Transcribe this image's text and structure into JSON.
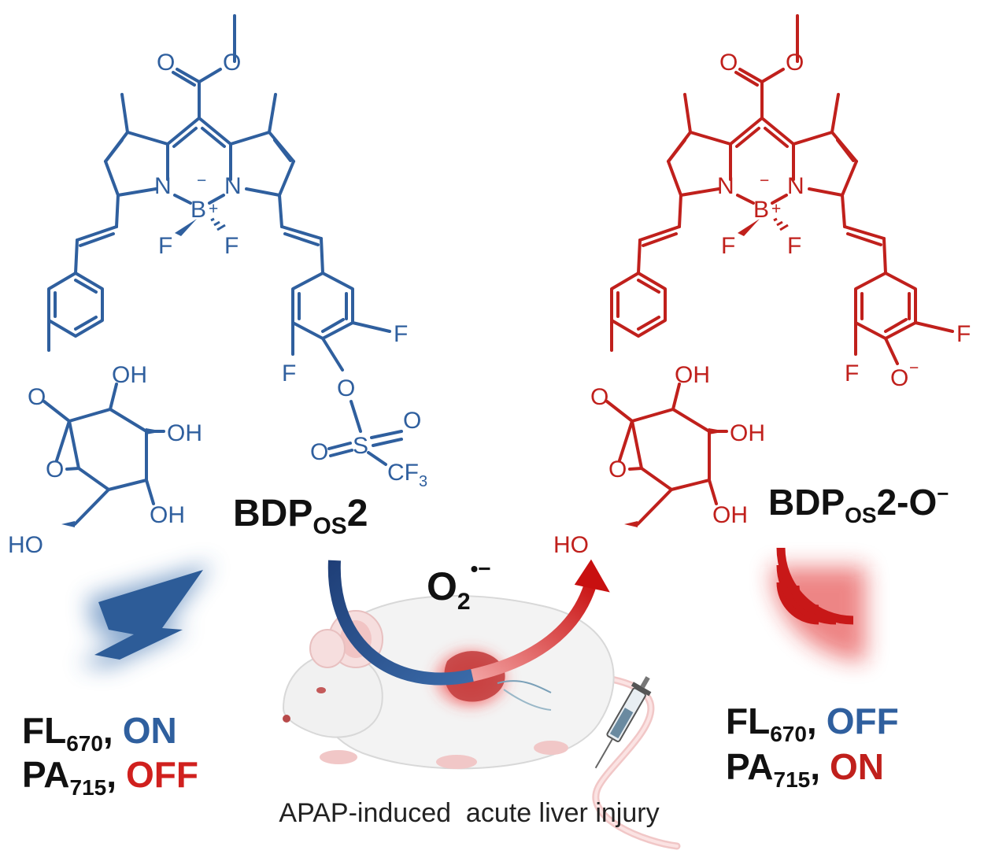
{
  "colors": {
    "probe_blue": "#2f5f9e",
    "product_red": "#c0201c",
    "text_black": "#111111",
    "on_blue": "#2f5f9e",
    "off_red": "#d0201e"
  },
  "probe": {
    "name_main": "BDP",
    "name_sub": "OS",
    "name_end": "2",
    "atoms": {
      "o_carbonyl": "O",
      "o_ester": "O",
      "n_left": "N",
      "n_right": "N",
      "b": "B",
      "minus": "−",
      "plus": "+",
      "f_left": "F",
      "f_right": "F",
      "o_ether": "O",
      "oh_top": "OH",
      "oh_mid": "OH",
      "oh_low": "OH",
      "o_ring": "O",
      "ho": "HO",
      "f_aryl_right": "F",
      "f_aryl_left": "F",
      "o_triflate": "O",
      "s": "S",
      "o_s_right": "O",
      "o_s_left": "O",
      "cf3_main": "CF",
      "cf3_sub": "3"
    }
  },
  "product": {
    "name_main": "BDP",
    "name_sub": "OS",
    "name_end": "2-O",
    "name_charge": "−",
    "atoms": {
      "o_carbonyl": "O",
      "o_ester": "O",
      "n_left": "N",
      "n_right": "N",
      "b": "B",
      "minus": "−",
      "plus": "+",
      "f_left": "F",
      "f_right": "F",
      "o_ether": "O",
      "oh_top": "OH",
      "oh_mid": "OH",
      "oh_low": "OH",
      "o_ring": "O",
      "ho": "HO",
      "f_aryl_right": "F",
      "f_aryl_left": "F",
      "o_phenolate": "O",
      "o_charge": "−"
    }
  },
  "trigger": {
    "main": "O",
    "sub": "2",
    "sup": "•−"
  },
  "left_readout": {
    "fl_label": "FL",
    "fl_sub": "670",
    "fl_state": "ON",
    "pa_label": "PA",
    "pa_sub": "715",
    "pa_state": "OFF",
    "comma": ","
  },
  "right_readout": {
    "fl_label": "FL",
    "fl_sub": "670",
    "fl_state": "OFF",
    "pa_label": "PA",
    "pa_sub": "715",
    "pa_state": "ON",
    "comma": ","
  },
  "caption": "APAP-induced  acute liver injury",
  "icons": {
    "fluorescence": "lightning-bolt-icon",
    "photoacoustic": "sound-wave-icon",
    "animal": "mouse-illustration",
    "syringe": "syringe-icon"
  }
}
